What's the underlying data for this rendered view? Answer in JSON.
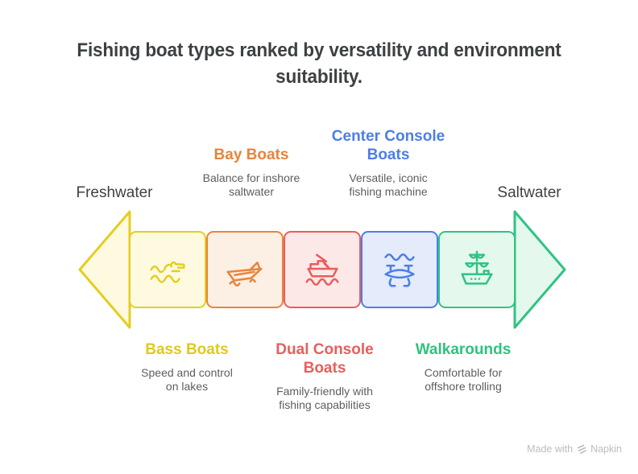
{
  "title": "Fishing boat types ranked by versatility and environment\nsuitability.",
  "axis": {
    "left": "Freshwater",
    "right": "Saltwater"
  },
  "arrow": {
    "left_head_color": "#e4ce20",
    "left_head_fill": "#fdfae0",
    "right_head_color": "#31c383",
    "right_head_fill": "#e4f8ed"
  },
  "boats": [
    {
      "name": "Bass Boats",
      "description": "Speed and control\non lakes",
      "label_position": "below",
      "color": "#e0c91f",
      "segment_fill": "#fdfae0",
      "icon": "gator-in-waves-icon"
    },
    {
      "name": "Bay Boats",
      "description": "Balance for inshore\nsaltwater",
      "label_position": "above",
      "color": "#e8843c",
      "segment_fill": "#fcefe3",
      "icon": "speedboat-icon"
    },
    {
      "name": "Dual Console\nBoats",
      "description": "Family-friendly with\nfishing capabilities",
      "label_position": "below",
      "color": "#ea5d5d",
      "segment_fill": "#fce9e7",
      "icon": "motor-yacht-icon"
    },
    {
      "name": "Center Console\nBoats",
      "description": "Versatile, iconic\nfishing machine",
      "label_position": "above",
      "color": "#4c7ee8",
      "segment_fill": "#e4ebfb",
      "icon": "underwater-drone-icon"
    },
    {
      "name": "Walkarounds",
      "description": "Comfortable for\noffshore trolling",
      "label_position": "below",
      "color": "#2ec27e",
      "segment_fill": "#e4f8ed",
      "icon": "galleon-ship-icon"
    }
  ],
  "watermark": {
    "prefix": "Made with",
    "brand": "Napkin"
  }
}
